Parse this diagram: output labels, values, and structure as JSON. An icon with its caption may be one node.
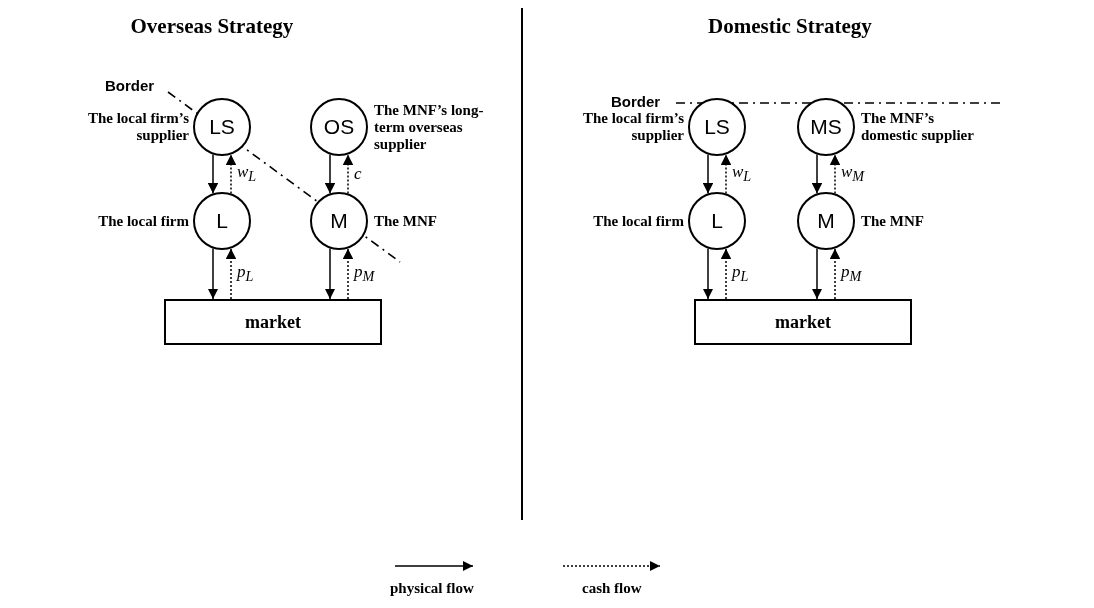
{
  "diagram": {
    "nodes": [
      {
        "text": [
          "LS"
        ],
        "beside": [
          "The local firm’s supplier"
        ]
      },
      {
        "text": [
          "OS"
        ],
        "beside": [
          "The MNF’s long-term overseas supplier"
        ]
      },
      {
        "text": [
          "L"
        ],
        "beside": [
          "The local firm"
        ]
      },
      {
        "text": [
          "M"
        ],
        "beside": [
          "The MNF"
        ]
      },
      {
        "text": [
          "market"
        ]
      },
      {
        "text": [
          "LS"
        ],
        "beside": [
          "The local firm’s supplier"
        ]
      },
      {
        "text": [
          "MS"
        ],
        "beside": [
          "The MNF’s domestic supplier"
        ]
      },
      {
        "text": [
          "L"
        ],
        "beside": [
          "The local firm"
        ]
      },
      {
        "text": [
          "M"
        ],
        "beside": [
          "The MNF"
        ]
      },
      {
        "text": [
          "market"
        ]
      }
    ],
    "edges": [
      {
        "from": 0,
        "to": 2,
        "arrow": "to"
      },
      {
        "from": 2,
        "to": 0,
        "arrow": "to",
        "style": "dashed",
        "label": "w$_{L}$"
      },
      {
        "from": 1,
        "to": 3,
        "arrow": "to"
      },
      {
        "from": 3,
        "to": 1,
        "arrow": "to",
        "style": "dashed",
        "label": "c"
      },
      {
        "from": 2,
        "to": 4,
        "arrow": "to"
      },
      {
        "from": 4,
        "to": 2,
        "arrow": "to",
        "style": "dashed",
        "label": "p$_{L}$"
      },
      {
        "from": 3,
        "to": 4,
        "arrow": "to"
      },
      {
        "from": 4,
        "to": 3,
        "arrow": "to",
        "style": "dashed",
        "label": "p$_{M}$"
      },
      {
        "from": 5,
        "to": 7,
        "arrow": "to"
      },
      {
        "from": 7,
        "to": 5,
        "arrow": "to",
        "style": "dashed",
        "label": "w$_{L}$"
      },
      {
        "from": 6,
        "to": 8,
        "arrow": "to"
      },
      {
        "from": 8,
        "to": 6,
        "arrow": "to",
        "style": "dashed",
        "label": "w$_{M}$"
      },
      {
        "from": 7,
        "to": 9,
        "arrow": "to"
      },
      {
        "from": 9,
        "to": 7,
        "arrow": "to",
        "style": "dashed",
        "label": "p$_{L}$"
      },
      {
        "from": 8,
        "to": 9,
        "arrow": "to"
      },
      {
        "from": 9,
        "to": 8,
        "arrow": "to",
        "style": "dashed",
        "label": "p$_{M}$"
      }
    ],
    "labels": [
      "Overseas Strategy",
      "Domestic Strategy",
      "Border",
      "Border"
    ],
    "legend": [
      {
        "text": "physical flow"
      },
      {
        "text": "cash flow"
      }
    ]
  }
}
